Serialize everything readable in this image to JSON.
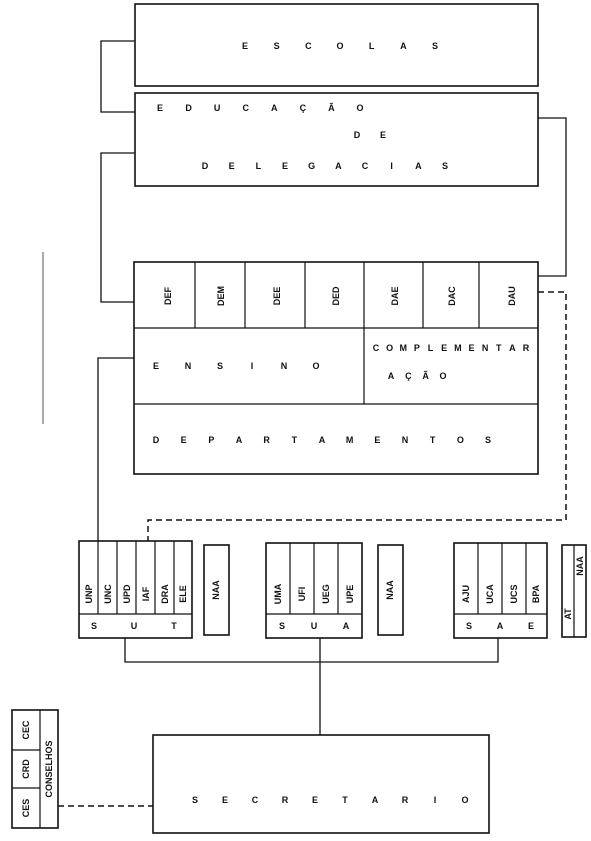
{
  "diagram": {
    "escolas": "ESCOLAS",
    "delegacoes": {
      "line1": "EDUCAÇÃO",
      "line2": "DE",
      "line3": "DELEGACIAS"
    },
    "departments": [
      "DEF",
      "DEM",
      "DEE",
      "DED",
      "DAE",
      "DAC",
      "DAU"
    ],
    "ensino": "ENSINO",
    "complementacao": {
      "line1": "COMPLEMENTAR",
      "line2": "AÇÃO"
    },
    "departamentos": "DEPARTAMENTOS",
    "sut": {
      "units": [
        "UNP",
        "UNC",
        "UPD",
        "IAF",
        "DRA",
        "ELE"
      ],
      "name": "SUT",
      "naa": "NAA"
    },
    "sua": {
      "units": [
        "UMA",
        "UFI",
        "UEG",
        "UPE"
      ],
      "name": "SUA",
      "naa": "NAA"
    },
    "sae": {
      "units": [
        "AJU",
        "UCA",
        "UCS",
        "BPA"
      ],
      "name": "SAE",
      "at": "AT",
      "naa": "NAA"
    },
    "secretario": "SECRETARIO",
    "conselhos": {
      "units": [
        "CEC",
        "CRD",
        "CES"
      ],
      "label": "CONSELHOS"
    }
  }
}
